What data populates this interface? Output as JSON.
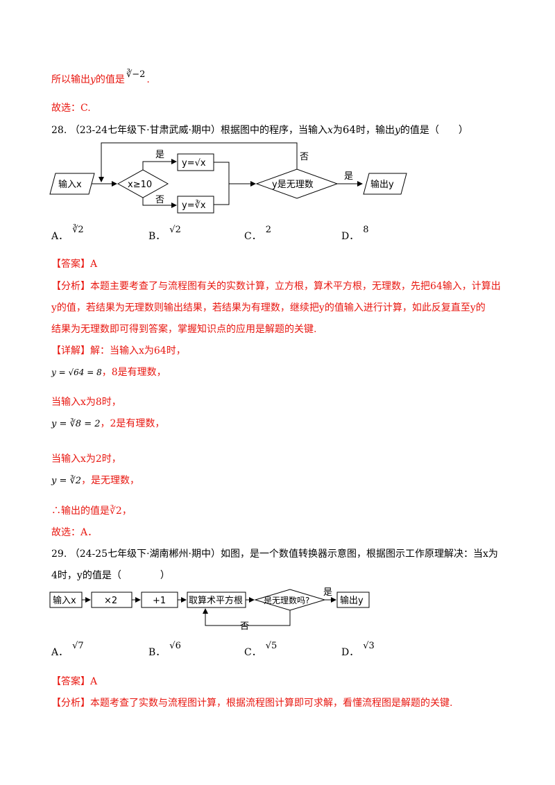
{
  "q27_tail": {
    "result_prefix": "所以输出",
    "result_var": "y",
    "result_mid": "的值是",
    "result_value": "∛−2",
    "result_end": ".",
    "choice": "故选：C."
  },
  "q28": {
    "number": "28.",
    "source": "（23-24七年级下·甘肃武威·期中）",
    "stem_a": "根据图中的程序，当输入",
    "stem_var": "x",
    "stem_b": "为",
    "stem_val": "64",
    "stem_c": "时，输出",
    "stem_var2": "y",
    "stem_d": "的值是（　　）",
    "flow": {
      "input": "输入x",
      "cond": "x≥10",
      "yes1": "是",
      "no1": "否",
      "box_sqrt": "y=√x",
      "box_cbrt": "y=∛x",
      "check": "y是无理数",
      "yes2": "是",
      "no2": "否",
      "output": "输出y"
    },
    "options": [
      {
        "label": "A．",
        "value": "∛2"
      },
      {
        "label": "B．",
        "value": "√2"
      },
      {
        "label": "C．",
        "value": "2"
      },
      {
        "label": "D．",
        "value": "8"
      }
    ],
    "answer_tag": "【答案】A",
    "analysis_tag": "【分析】",
    "analysis_1": "本题主要考查了与流程图有关的实数计算，立方根，算术平方根，无理数，先把64输入，计算出",
    "analysis_2": "y的值，若结果为无理数则输出结果，若结果为有理数，继续把y的值输入进行计算，如此反复直至y的",
    "analysis_3": "结果为无理数即可得到答案，掌握知识点的应用是解题的关键.",
    "detail_tag": "【详解】",
    "detail_1": "解：当输入x为64时，",
    "detail_2_math": "y = √64 = 8",
    "detail_2_text": "，8是有理数，",
    "detail_3": "当输入x为8时，",
    "detail_4_math": "y = ∛8 = 2",
    "detail_4_text": "，2是有理数，",
    "detail_5": "当输入x为2时，",
    "detail_6_math": "y = ∛2",
    "detail_6_text": "，是无理数，",
    "detail_7": "∴输出的值是∛2，",
    "choice": "故选：A．"
  },
  "q29": {
    "number": "29.",
    "source": "（24-25七年级下·湖南郴州·期中）",
    "stem_a": "如图，是一个数值转换器示意图，根据图示工作原理解决：当x为",
    "stem_b": "4时，y的值是（　　　　）",
    "flow": {
      "input": "输入x",
      "mul": "×2",
      "add": "+1",
      "sqrt": "取算术平方根",
      "check": "是无理数吗?",
      "yes": "是",
      "no": "否",
      "output": "输出y"
    },
    "options": [
      {
        "label": "A．",
        "value": "√7"
      },
      {
        "label": "B．",
        "value": "√6"
      },
      {
        "label": "C．",
        "value": "√5"
      },
      {
        "label": "D．",
        "value": "√3"
      }
    ],
    "answer_tag": "【答案】A",
    "analysis_tag": "【分析】",
    "analysis_1": "本题考查了实数与流程图计算，根据流程图计算即可求解，看懂流程图是解题的关键."
  }
}
